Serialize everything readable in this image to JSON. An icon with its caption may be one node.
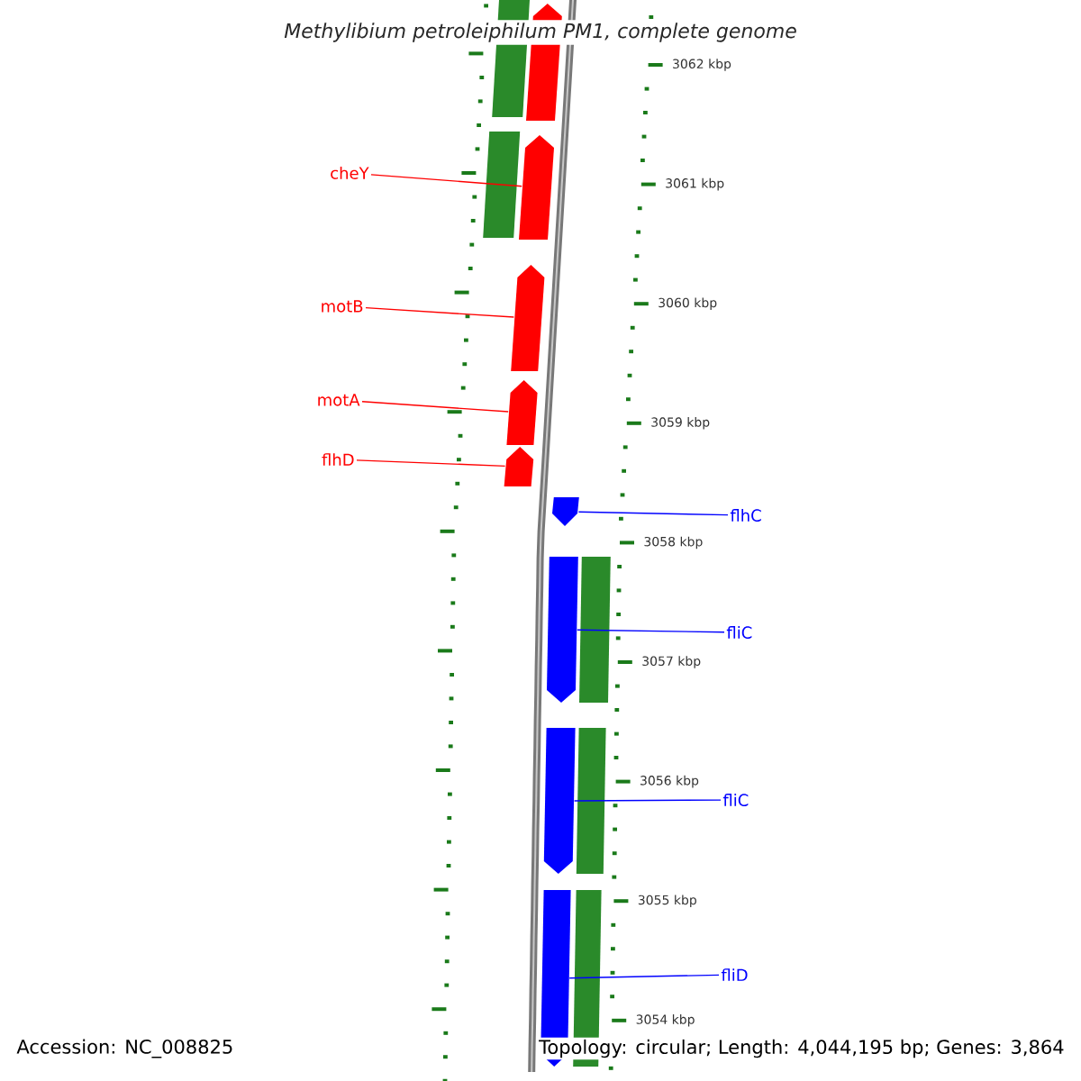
{
  "diagram": {
    "title": "Methylibium petroleiphilum PM1, complete genome",
    "nodes": [
      {
        "text": [
          "cheY"
        ]
      },
      {
        "text": [
          "motB"
        ]
      },
      {
        "text": [
          "motA"
        ]
      },
      {
        "text": [
          "flhD"
        ]
      },
      {
        "text": [
          "flhC"
        ]
      },
      {
        "text": [
          "fliC"
        ]
      },
      {
        "text": [
          "fliC"
        ]
      },
      {
        "text": [
          "fliD"
        ]
      },
      {
        "text": [],
        "shape": "bar"
      },
      {
        "text": [],
        "shape": "pentagon"
      },
      {
        "text": [],
        "shape": "bar"
      },
      {
        "text": [],
        "shape": "pentagon"
      },
      {
        "text": [],
        "shape": "pentagon"
      },
      {
        "text": [],
        "shape": "pentagon"
      },
      {
        "text": [],
        "shape": "pentagon"
      },
      {
        "text": [],
        "shape": "pentagon"
      },
      {
        "text": [],
        "shape": "pentagon"
      },
      {
        "text": [],
        "shape": "bar"
      },
      {
        "text": [],
        "shape": "pentagon"
      },
      {
        "text": [],
        "shape": "bar"
      },
      {
        "text": [],
        "shape": "pentagon"
      },
      {
        "text": [],
        "shape": "bar"
      }
    ],
    "edges": [
      {
        "from": 0,
        "to": 11,
        "arrow": "none",
        "color": "#ff0000"
      },
      {
        "from": 1,
        "to": 12,
        "arrow": "none",
        "color": "#ff0000"
      },
      {
        "from": 2,
        "to": 13,
        "arrow": "none",
        "color": "#ff0000"
      },
      {
        "from": 3,
        "to": 14,
        "arrow": "none",
        "color": "#ff0000"
      },
      {
        "from": 4,
        "to": 15,
        "arrow": "none",
        "color": "#0000ff"
      },
      {
        "from": 5,
        "to": 16,
        "arrow": "none",
        "color": "#0000ff"
      },
      {
        "from": 6,
        "to": 18,
        "arrow": "none",
        "color": "#0000ff"
      },
      {
        "from": 7,
        "to": 20,
        "arrow": "none",
        "color": "#0000ff"
      }
    ],
    "labels": [
      "3062 kbp",
      "3061 kbp",
      "3060 kbp",
      "3059 kbp",
      "3058 kbp",
      "3057 kbp",
      "3056 kbp",
      "3055 kbp",
      "3054 kbp",
      "Accession: NC_008825",
      "Topology: circular; Length: 4,044,195 bp; Genes: 3,864"
    ]
  }
}
